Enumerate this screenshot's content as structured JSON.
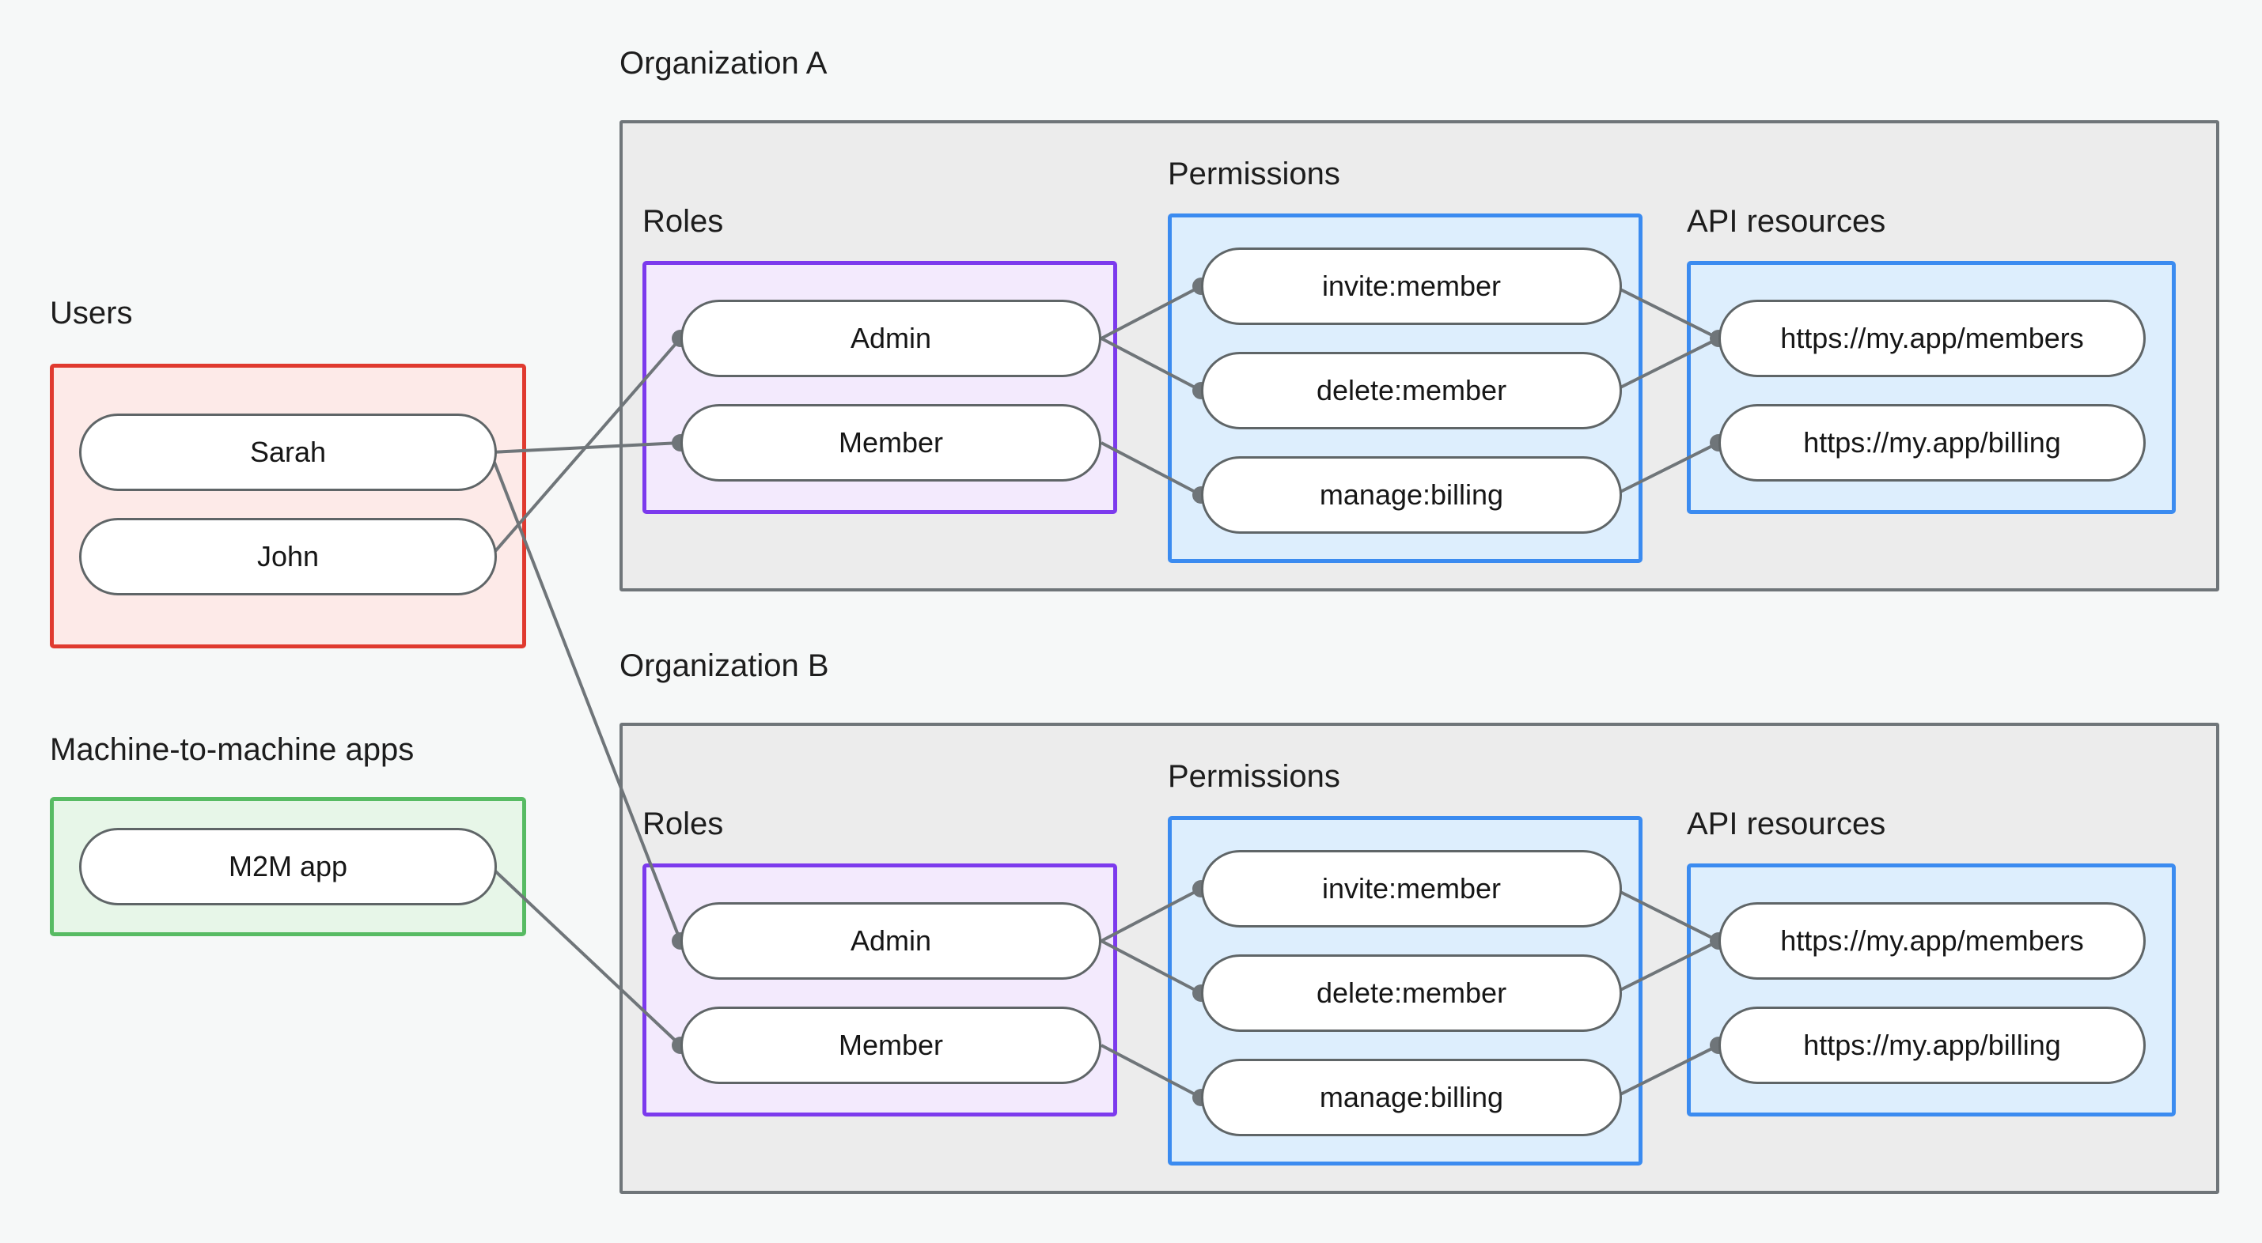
{
  "diagram": {
    "title_users": "Users",
    "title_m2m": "Machine-to-machine apps",
    "title_org_a": "Organization A",
    "title_org_b": "Organization B",
    "label_roles": "Roles",
    "label_permissions": "Permissions",
    "label_api_resources": "API resources"
  },
  "users": {
    "group_label": "Users",
    "items": [
      {
        "label": "Sarah"
      },
      {
        "label": "John"
      }
    ]
  },
  "m2m": {
    "group_label": "Machine-to-machine apps",
    "items": [
      {
        "label": "M2M app"
      }
    ]
  },
  "org_a": {
    "title": "Organization A",
    "roles": {
      "label": "Roles",
      "items": [
        {
          "label": "Admin"
        },
        {
          "label": "Member"
        }
      ]
    },
    "permissions": {
      "label": "Permissions",
      "items": [
        {
          "label": "invite:member"
        },
        {
          "label": "delete:member"
        },
        {
          "label": "manage:billing"
        }
      ]
    },
    "api_resources": {
      "label": "API resources",
      "items": [
        {
          "label": "https://my.app/members"
        },
        {
          "label": "https://my.app/billing"
        }
      ]
    }
  },
  "org_b": {
    "title": "Organization B",
    "roles": {
      "label": "Roles",
      "items": [
        {
          "label": "Admin"
        },
        {
          "label": "Member"
        }
      ]
    },
    "permissions": {
      "label": "Permissions",
      "items": [
        {
          "label": "invite:member"
        },
        {
          "label": "delete:member"
        },
        {
          "label": "manage:billing"
        }
      ]
    },
    "api_resources": {
      "label": "API resources",
      "items": [
        {
          "label": "https://my.app/members"
        },
        {
          "label": "https://my.app/billing"
        }
      ]
    }
  },
  "connections": [
    {
      "from": "users.sarah",
      "to": "org_a.roles.member"
    },
    {
      "from": "users.john",
      "to": "org_a.roles.admin"
    },
    {
      "from": "users.sarah",
      "to": "org_b.roles.admin"
    },
    {
      "from": "m2m.m2m-app",
      "to": "org_b.roles.member"
    },
    {
      "from": "org_a.roles.admin",
      "to": "org_a.permissions.invite-member"
    },
    {
      "from": "org_a.roles.admin",
      "to": "org_a.permissions.delete-member"
    },
    {
      "from": "org_a.roles.member",
      "to": "org_a.permissions.manage-billing"
    },
    {
      "from": "org_a.permissions.invite-member",
      "to": "org_a.api.members"
    },
    {
      "from": "org_a.permissions.delete-member",
      "to": "org_a.api.members"
    },
    {
      "from": "org_a.permissions.manage-billing",
      "to": "org_a.api.billing"
    },
    {
      "from": "org_b.roles.admin",
      "to": "org_b.permissions.invite-member"
    },
    {
      "from": "org_b.roles.admin",
      "to": "org_b.permissions.delete-member"
    },
    {
      "from": "org_b.roles.member",
      "to": "org_b.permissions.manage-billing"
    },
    {
      "from": "org_b.permissions.invite-member",
      "to": "org_b.api.members"
    },
    {
      "from": "org_b.permissions.delete-member",
      "to": "org_b.api.members"
    },
    {
      "from": "org_b.permissions.manage-billing",
      "to": "org_b.api.billing"
    }
  ],
  "colors": {
    "canvas": "#f6f8f8",
    "org_fill": "#ececec",
    "org_border": "#6f7579",
    "users_fill": "#fdeae8",
    "users_border": "#e03a2f",
    "m2m_fill": "#e7f6e8",
    "m2m_border": "#57bb63",
    "roles_fill": "#f3eafd",
    "roles_border": "#7c3aed",
    "perm_fill": "#ddeefd",
    "perm_border": "#3b8bf0",
    "edge": "#6f7579",
    "pill_border": "#5f6567"
  }
}
